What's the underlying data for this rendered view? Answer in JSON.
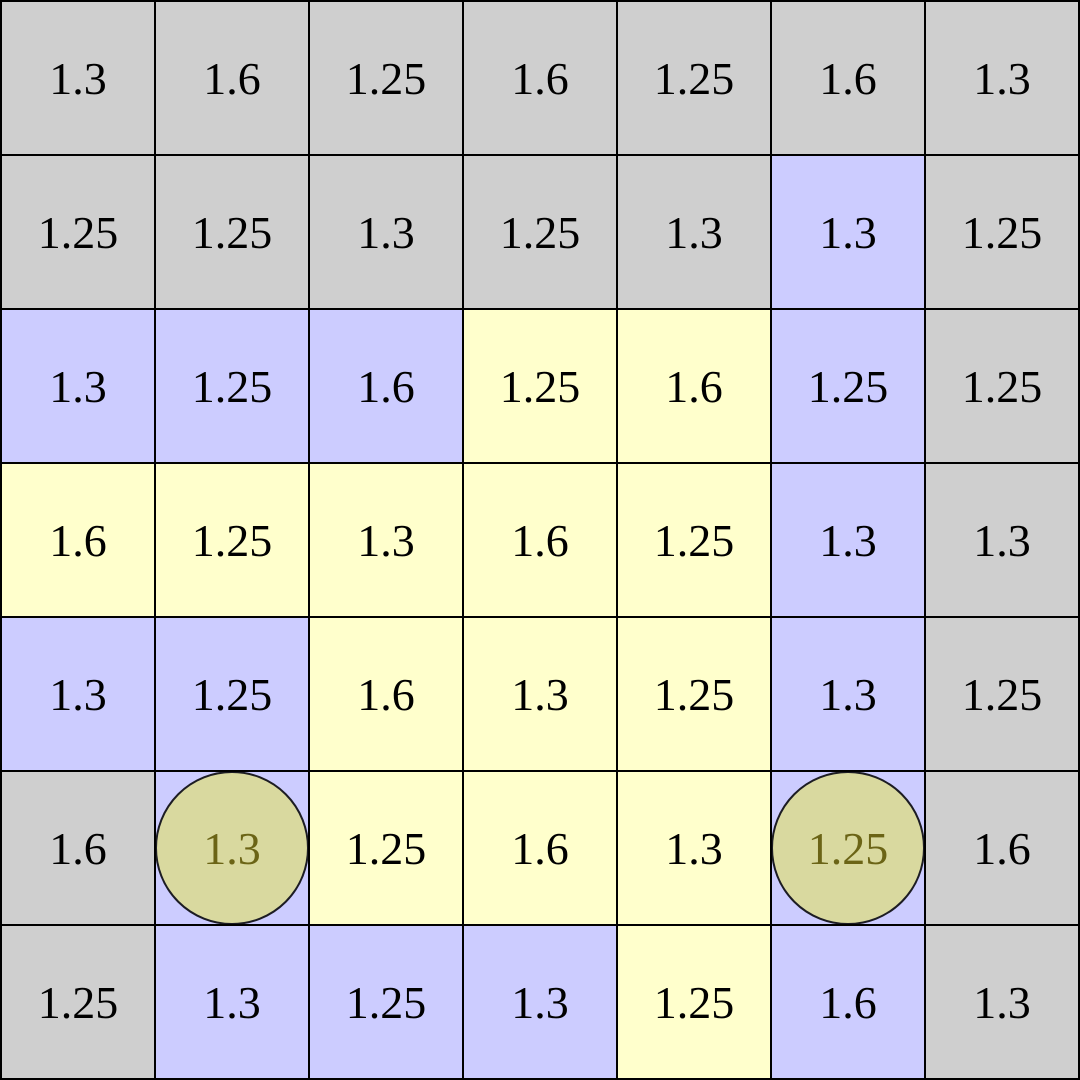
{
  "colors": {
    "gray": "#cfcfcf",
    "blue": "#ccccff",
    "yellow": "#ffffcc",
    "piece": "#dcdc90",
    "grid_line": "#000000"
  },
  "board": {
    "rows": [
      [
        {
          "value": "1.3",
          "color": "gray"
        },
        {
          "value": "1.6",
          "color": "gray"
        },
        {
          "value": "1.25",
          "color": "gray"
        },
        {
          "value": "1.6",
          "color": "gray"
        },
        {
          "value": "1.25",
          "color": "gray"
        },
        {
          "value": "1.6",
          "color": "gray"
        },
        {
          "value": "1.3",
          "color": "gray"
        }
      ],
      [
        {
          "value": "1.25",
          "color": "gray"
        },
        {
          "value": "1.25",
          "color": "gray"
        },
        {
          "value": "1.3",
          "color": "gray"
        },
        {
          "value": "1.25",
          "color": "gray"
        },
        {
          "value": "1.3",
          "color": "gray"
        },
        {
          "value": "1.3",
          "color": "blue"
        },
        {
          "value": "1.25",
          "color": "gray"
        }
      ],
      [
        {
          "value": "1.3",
          "color": "blue"
        },
        {
          "value": "1.25",
          "color": "blue"
        },
        {
          "value": "1.6",
          "color": "blue"
        },
        {
          "value": "1.25",
          "color": "yellow"
        },
        {
          "value": "1.6",
          "color": "yellow"
        },
        {
          "value": "1.25",
          "color": "blue"
        },
        {
          "value": "1.25",
          "color": "gray"
        }
      ],
      [
        {
          "value": "1.6",
          "color": "yellow"
        },
        {
          "value": "1.25",
          "color": "yellow"
        },
        {
          "value": "1.3",
          "color": "yellow"
        },
        {
          "value": "1.6",
          "color": "yellow"
        },
        {
          "value": "1.25",
          "color": "yellow"
        },
        {
          "value": "1.3",
          "color": "blue"
        },
        {
          "value": "1.3",
          "color": "gray"
        }
      ],
      [
        {
          "value": "1.3",
          "color": "blue"
        },
        {
          "value": "1.25",
          "color": "blue"
        },
        {
          "value": "1.6",
          "color": "yellow"
        },
        {
          "value": "1.3",
          "color": "yellow"
        },
        {
          "value": "1.25",
          "color": "yellow"
        },
        {
          "value": "1.3",
          "color": "blue"
        },
        {
          "value": "1.25",
          "color": "gray"
        }
      ],
      [
        {
          "value": "1.6",
          "color": "gray"
        },
        {
          "value": "1.3",
          "color": "blue",
          "piece": true
        },
        {
          "value": "1.25",
          "color": "yellow"
        },
        {
          "value": "1.6",
          "color": "yellow"
        },
        {
          "value": "1.3",
          "color": "yellow"
        },
        {
          "value": "1.25",
          "color": "blue",
          "piece": true
        },
        {
          "value": "1.6",
          "color": "gray"
        }
      ],
      [
        {
          "value": "1.25",
          "color": "gray"
        },
        {
          "value": "1.3",
          "color": "blue"
        },
        {
          "value": "1.25",
          "color": "blue"
        },
        {
          "value": "1.3",
          "color": "blue"
        },
        {
          "value": "1.25",
          "color": "yellow"
        },
        {
          "value": "1.6",
          "color": "blue"
        },
        {
          "value": "1.3",
          "color": "gray"
        }
      ]
    ]
  }
}
